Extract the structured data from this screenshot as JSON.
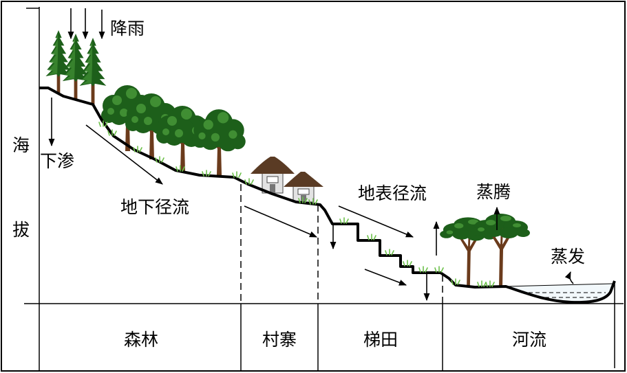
{
  "axis": {
    "label_top": "海",
    "label_bottom": "拔"
  },
  "labels": {
    "rainfall": "降雨",
    "infiltration": "下渗",
    "subsurface_runoff": "地下径流",
    "surface_runoff": "地表径流",
    "transpiration": "蒸腾",
    "evaporation": "蒸发"
  },
  "zones": [
    {
      "label": "森林"
    },
    {
      "label": "村寨"
    },
    {
      "label": "梯田"
    },
    {
      "label": "河流"
    }
  ],
  "colors": {
    "line": "#000000",
    "foliage_dark": "#1d5f1a",
    "foliage_light": "#4a9a3a",
    "trunk": "#6b3b1c",
    "roof": "#5a3b24",
    "hut_wall": "#e3e3e3",
    "grass": "#6cc04a",
    "water": "#f2f8fb"
  }
}
